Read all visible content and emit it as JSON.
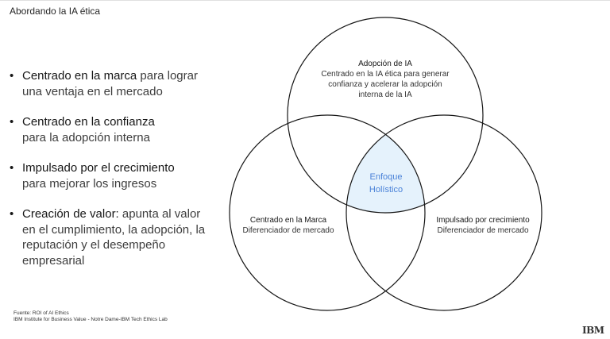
{
  "header": {
    "title": "Abordando la IA ética"
  },
  "bullets": [
    {
      "lead": "Centrado en la marca",
      "rest": " para lograr una ventaja en el mercado"
    },
    {
      "lead": "Centrado en la confianza",
      "rest": " para la adopción interna"
    },
    {
      "lead": "Impulsado por el crecimiento",
      "rest": " para mejorar los ingresos"
    },
    {
      "lead": "Creación de valor:",
      "rest": " apunta al valor en el cumplimiento, la adopción, la reputación y el desempeño empresarial"
    }
  ],
  "bullet_glyph": "•",
  "venn": {
    "top": {
      "title": "Adopción de IA",
      "lines": [
        "Centrado en la IA ética para generar",
        "confianza y acelerar la adopción",
        "interna de la IA"
      ]
    },
    "left": {
      "title": "Centrado en la Marca",
      "lines": [
        "Diferenciador de mercado"
      ]
    },
    "right": {
      "title": "Impulsado por crecimiento",
      "lines": [
        "Diferenciador de mercado"
      ]
    },
    "center": {
      "lines": [
        "Enfoque",
        "Holístico"
      ]
    },
    "center_fill": "#e5f2fc",
    "center_text_color": "#4a82d8"
  },
  "footer": {
    "source_line1": "Fuente: ROI of AI Ethics",
    "source_line2": "IBM Institute for Business Value - Notre Dame-IBM Tech Ethics Lab",
    "logo": "IBM"
  }
}
